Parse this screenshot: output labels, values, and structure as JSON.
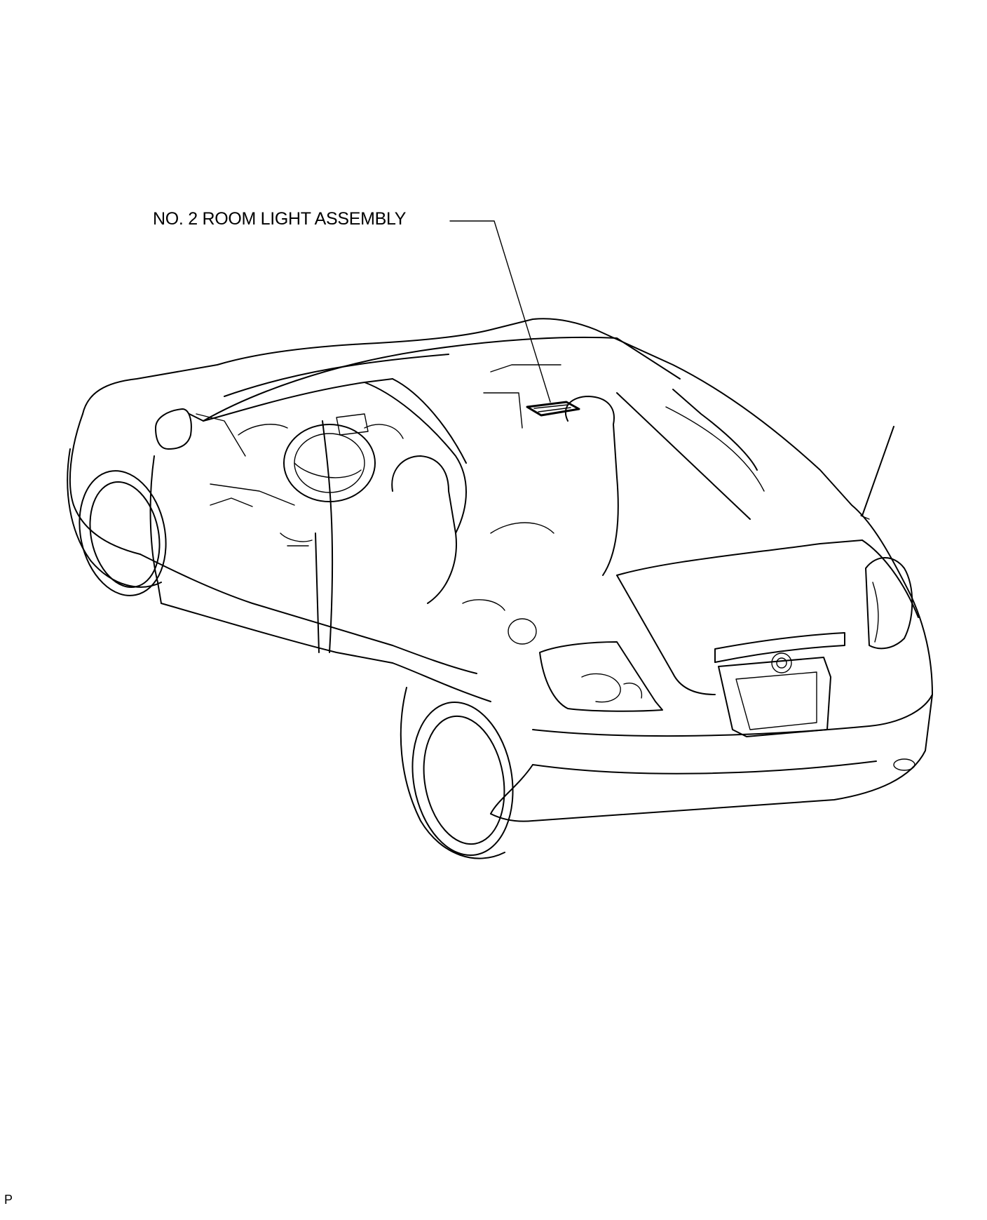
{
  "diagram": {
    "callout": {
      "label": "NO. 2 ROOM LIGHT ASSEMBLY",
      "target": "room-light-assembly"
    },
    "corner_code": "P"
  }
}
